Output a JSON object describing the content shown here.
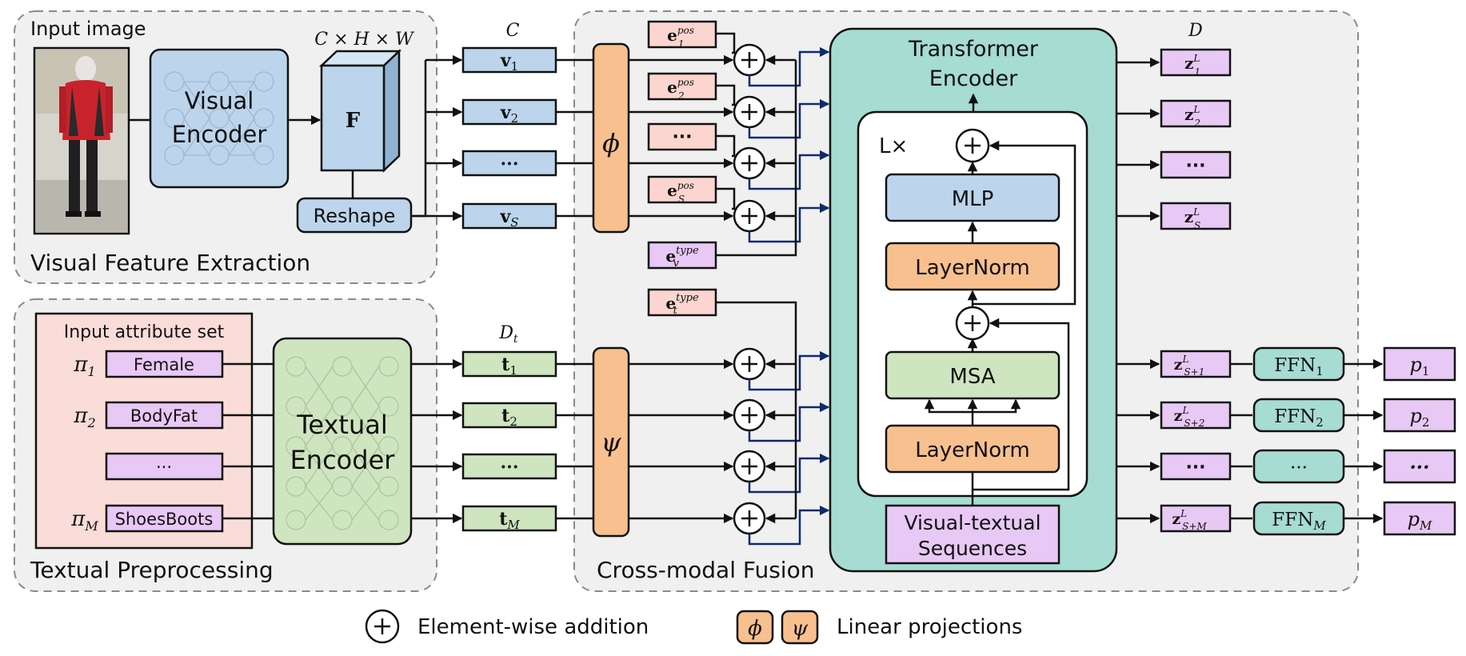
{
  "visual": {
    "input_image_label": "Input image",
    "encoder": [
      "Visual",
      "Encoder"
    ],
    "feature_dim": "C × H × W",
    "feature_symbol": "F",
    "reshape": "Reshape",
    "section": "Visual Feature Extraction"
  },
  "textual": {
    "attr_set_label": "Input attribute set",
    "attributes": [
      {
        "pi": "π",
        "sub": "1",
        "label": "Female"
      },
      {
        "pi": "π",
        "sub": "2",
        "label": "BodyFat"
      },
      {
        "pi": "",
        "sub": "",
        "label": "···"
      },
      {
        "pi": "π",
        "sub": "M",
        "label": "ShoesBoots"
      }
    ],
    "encoder": [
      "Textual",
      "Encoder"
    ],
    "section": "Textual Preprocessing"
  },
  "tokens": {
    "visual_dim": "C",
    "visual": [
      {
        "b": "v",
        "s": "1"
      },
      {
        "b": "v",
        "s": "2"
      },
      {
        "b": "···",
        "s": ""
      },
      {
        "b": "v",
        "s": "S"
      }
    ],
    "text_dim": "D",
    "text_dim_sub": "t",
    "text": [
      {
        "b": "t",
        "s": "1"
      },
      {
        "b": "t",
        "s": "2"
      },
      {
        "b": "···",
        "s": ""
      },
      {
        "b": "t",
        "s": "M"
      }
    ]
  },
  "fusion": {
    "phi": "ϕ",
    "psi": "ψ",
    "pos": [
      {
        "b": "e",
        "sup": "pos",
        "sub": "1"
      },
      {
        "b": "e",
        "sup": "pos",
        "sub": "2"
      },
      {
        "b": "···",
        "sup": "",
        "sub": ""
      },
      {
        "b": "e",
        "sup": "pos",
        "sub": "S"
      }
    ],
    "type_v": {
      "b": "e",
      "sup": "type",
      "sub": "v"
    },
    "type_t": {
      "b": "e",
      "sup": "type",
      "sub": "t"
    },
    "section": "Cross-modal Fusion"
  },
  "transformer": {
    "title": [
      "Transformer",
      "Encoder"
    ],
    "repeat": "L×",
    "mlp": "MLP",
    "layernorm": "LayerNorm",
    "msa": "MSA",
    "sequences": [
      "Visual-textual",
      "Sequences"
    ]
  },
  "outputs": {
    "dim": "D",
    "visual": [
      {
        "b": "z",
        "sup": "L",
        "sub": "1"
      },
      {
        "b": "z",
        "sup": "L",
        "sub": "2"
      },
      {
        "b": "···",
        "sup": "",
        "sub": ""
      },
      {
        "b": "z",
        "sup": "L",
        "sub": "S"
      }
    ],
    "text": [
      {
        "b": "z",
        "sup": "L",
        "sub": "S+1"
      },
      {
        "b": "z",
        "sup": "L",
        "sub": "S+2"
      },
      {
        "b": "···",
        "sup": "",
        "sub": ""
      },
      {
        "b": "z",
        "sup": "L",
        "sub": "S+M"
      }
    ],
    "ffn": [
      {
        "b": "FFN",
        "s": "1"
      },
      {
        "b": "FFN",
        "s": "2"
      },
      {
        "b": "···",
        "s": ""
      },
      {
        "b": "FFN",
        "s": "M"
      }
    ],
    "preds": [
      {
        "b": "p",
        "s": "1"
      },
      {
        "b": "p",
        "s": "2"
      },
      {
        "b": "···",
        "s": ""
      },
      {
        "b": "p",
        "s": "M"
      }
    ]
  },
  "legend": {
    "addition": "Element-wise addition",
    "phi": "ϕ",
    "psi": "ψ",
    "projections": "Linear projections"
  },
  "colors": {
    "blue": "#bcd5ec",
    "green": "#cfe5bf",
    "orange": "#f8c08f",
    "pink": "#fcd5d0",
    "purple": "#e8c8f5",
    "teal": "#a6dcd2",
    "panel_pink": "#fadcd8"
  }
}
